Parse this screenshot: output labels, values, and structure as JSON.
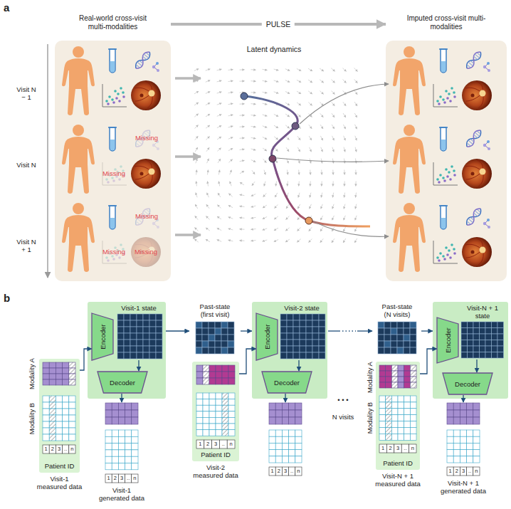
{
  "diagram": {
    "nodes": [
      {
        "text": [
          "Real-world cross-visit multi-modalities"
        ]
      },
      {
        "text": [
          "Imputed cross-visit multi-modalities"
        ]
      },
      {
        "text": [
          "Visit-1 state"
        ]
      },
      {
        "text": [
          "Encoder"
        ],
        "in": 2
      },
      {
        "text": [
          "Decoder"
        ],
        "in": 2
      },
      {
        "text": [
          "Patient ID",
          "Visit-1 measured data"
        ]
      },
      {
        "text": [
          "Past-state (first visit)"
        ]
      },
      {
        "text": [
          "Visit-2 state"
        ]
      },
      {
        "text": [
          "Encoder"
        ],
        "in": 7
      },
      {
        "text": [
          "Decoder"
        ],
        "in": 7
      },
      {
        "text": [
          "Patient ID",
          "Visit-2 measured data"
        ]
      },
      {
        "text": [
          "Past-state (N visits)"
        ]
      },
      {
        "text": [
          "Visit-N + 1 state"
        ]
      },
      {
        "text": [
          "Encoder"
        ],
        "in": 12
      },
      {
        "text": [
          "Decoder"
        ],
        "in": 12
      },
      {
        "text": [
          "Patient ID",
          "Visit-N + 1 measured data"
        ]
      }
    ],
    "edges": [
      {
        "from": 0,
        "to": 1,
        "arrow": "to",
        "label": "PULSE"
      },
      {
        "from": 5,
        "to": 3,
        "arrow": "to"
      },
      {
        "from": 2,
        "to": 6,
        "arrow": "to"
      },
      {
        "from": 6,
        "to": 7,
        "arrow": "to"
      },
      {
        "from": 10,
        "to": 8,
        "arrow": "to"
      },
      {
        "from": 11,
        "to": 12,
        "arrow": "to"
      },
      {
        "from": 15,
        "to": 13,
        "arrow": "to"
      }
    ],
    "labels": [
      "a",
      "Latent dynamics",
      "Visit N − 1",
      "Visit N",
      "Visit N + 1",
      "Missing",
      "Missing",
      "Missing",
      "Missing",
      "Missing",
      "b",
      "Modality A",
      "Modality B",
      "Visit-1 generated data",
      "• • •",
      "N visits",
      "Modality A",
      "Modality B",
      "Visit-N + 1 generated data",
      "1",
      "2",
      "3",
      "..",
      "n",
      "1",
      "2",
      "3",
      "..",
      "n",
      "1",
      "2",
      "3",
      "..",
      "n",
      "1",
      "2",
      "3",
      "..",
      "n",
      "1",
      "2",
      "3",
      "..",
      "n",
      "1",
      "2",
      "3",
      "..",
      "n"
    ]
  }
}
